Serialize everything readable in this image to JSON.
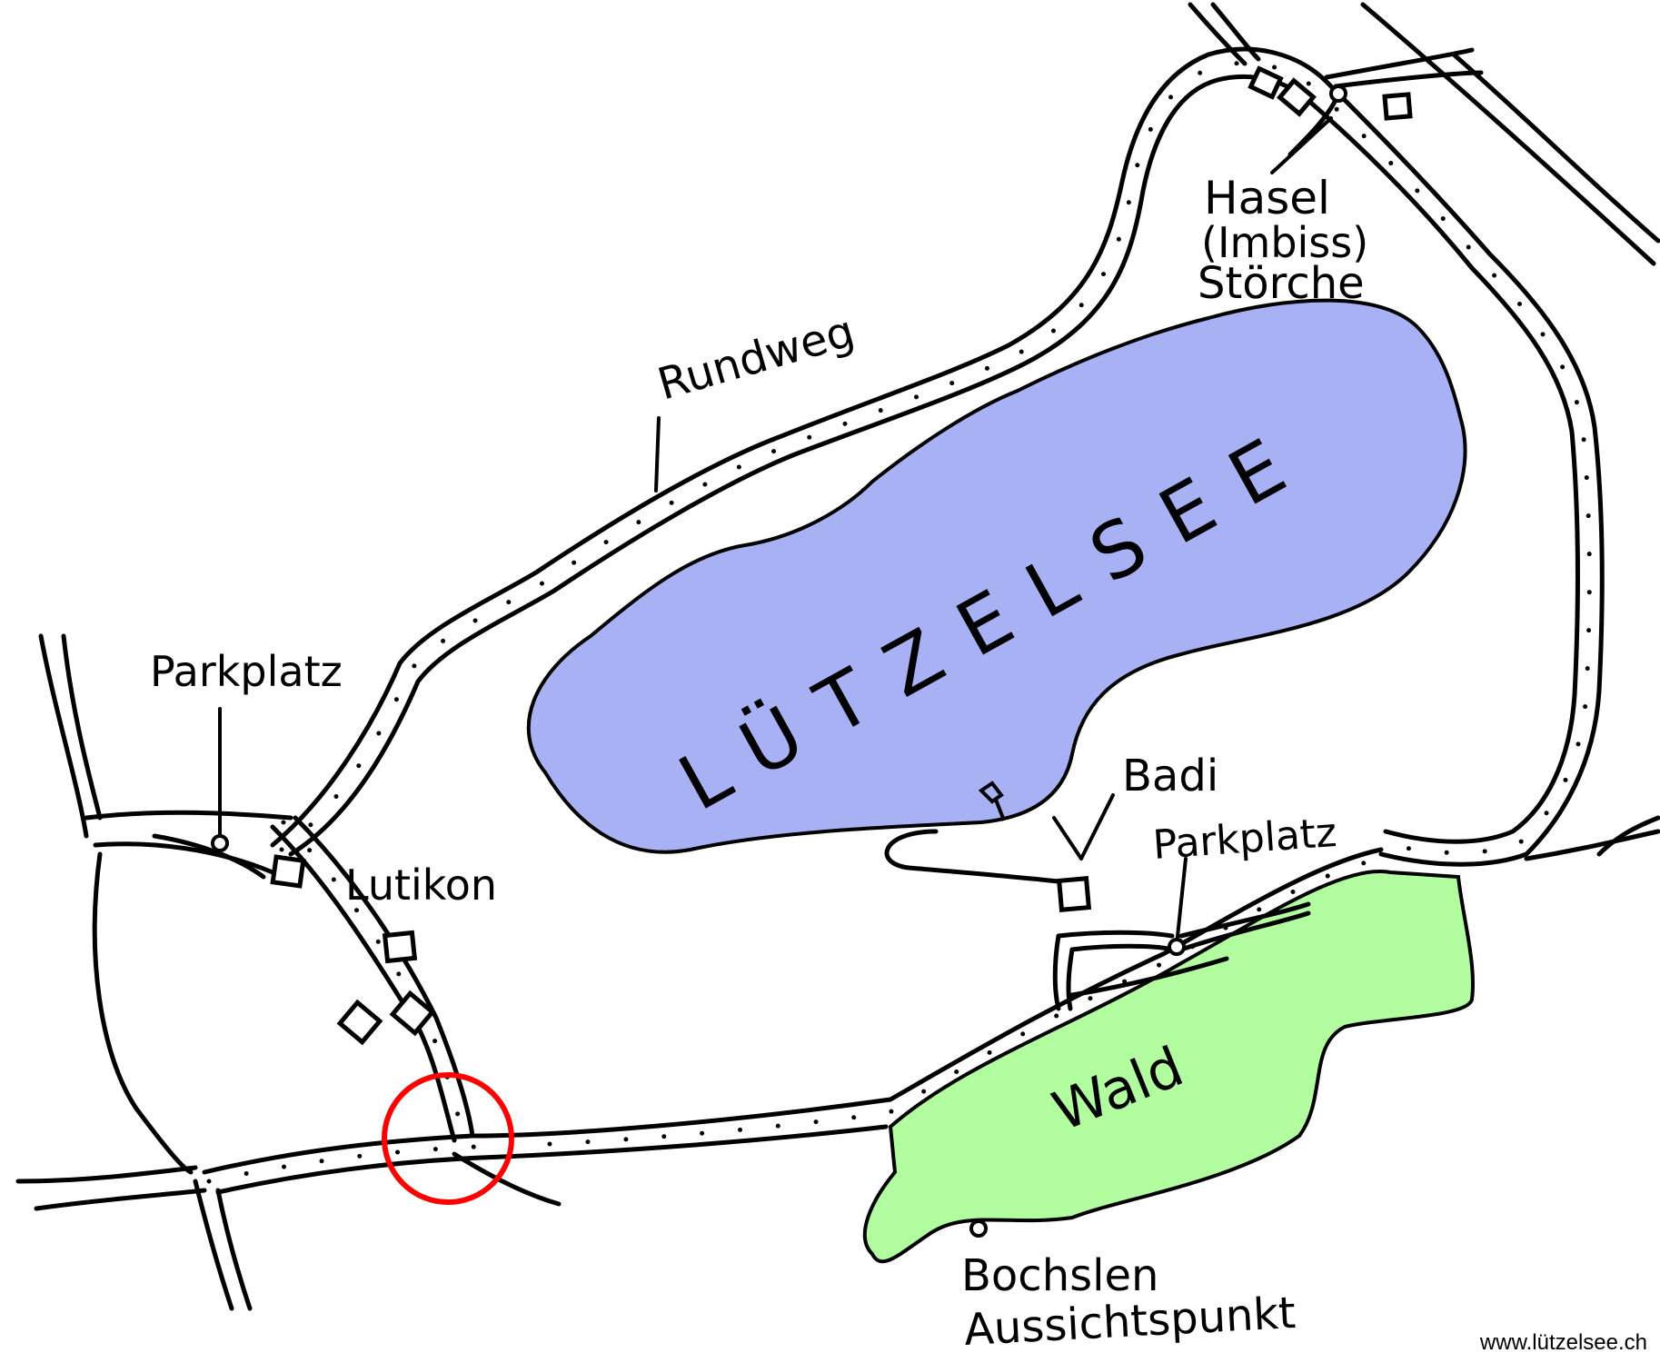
{
  "map": {
    "colors": {
      "lake": "#a8b1f3",
      "forest": "#b2fda0",
      "ink": "#000000",
      "highlight": "#ff0000",
      "background": "#ffffff"
    },
    "labels": {
      "lake": "LÜTZELSEE",
      "trail": "Rundweg",
      "hasel_line1": "Hasel",
      "hasel_line2": "(Imbiss)",
      "hasel_line3": "Störche",
      "parking_west": "Parkplatz",
      "parking_east": "Parkplatz",
      "lutikon": "Lutikon",
      "badi": "Badi",
      "forest": "Wald",
      "viewpoint_line1": "Bochslen",
      "viewpoint_line2": "Aussichtspunkt"
    },
    "credit": "www.lützelsee.ch"
  }
}
